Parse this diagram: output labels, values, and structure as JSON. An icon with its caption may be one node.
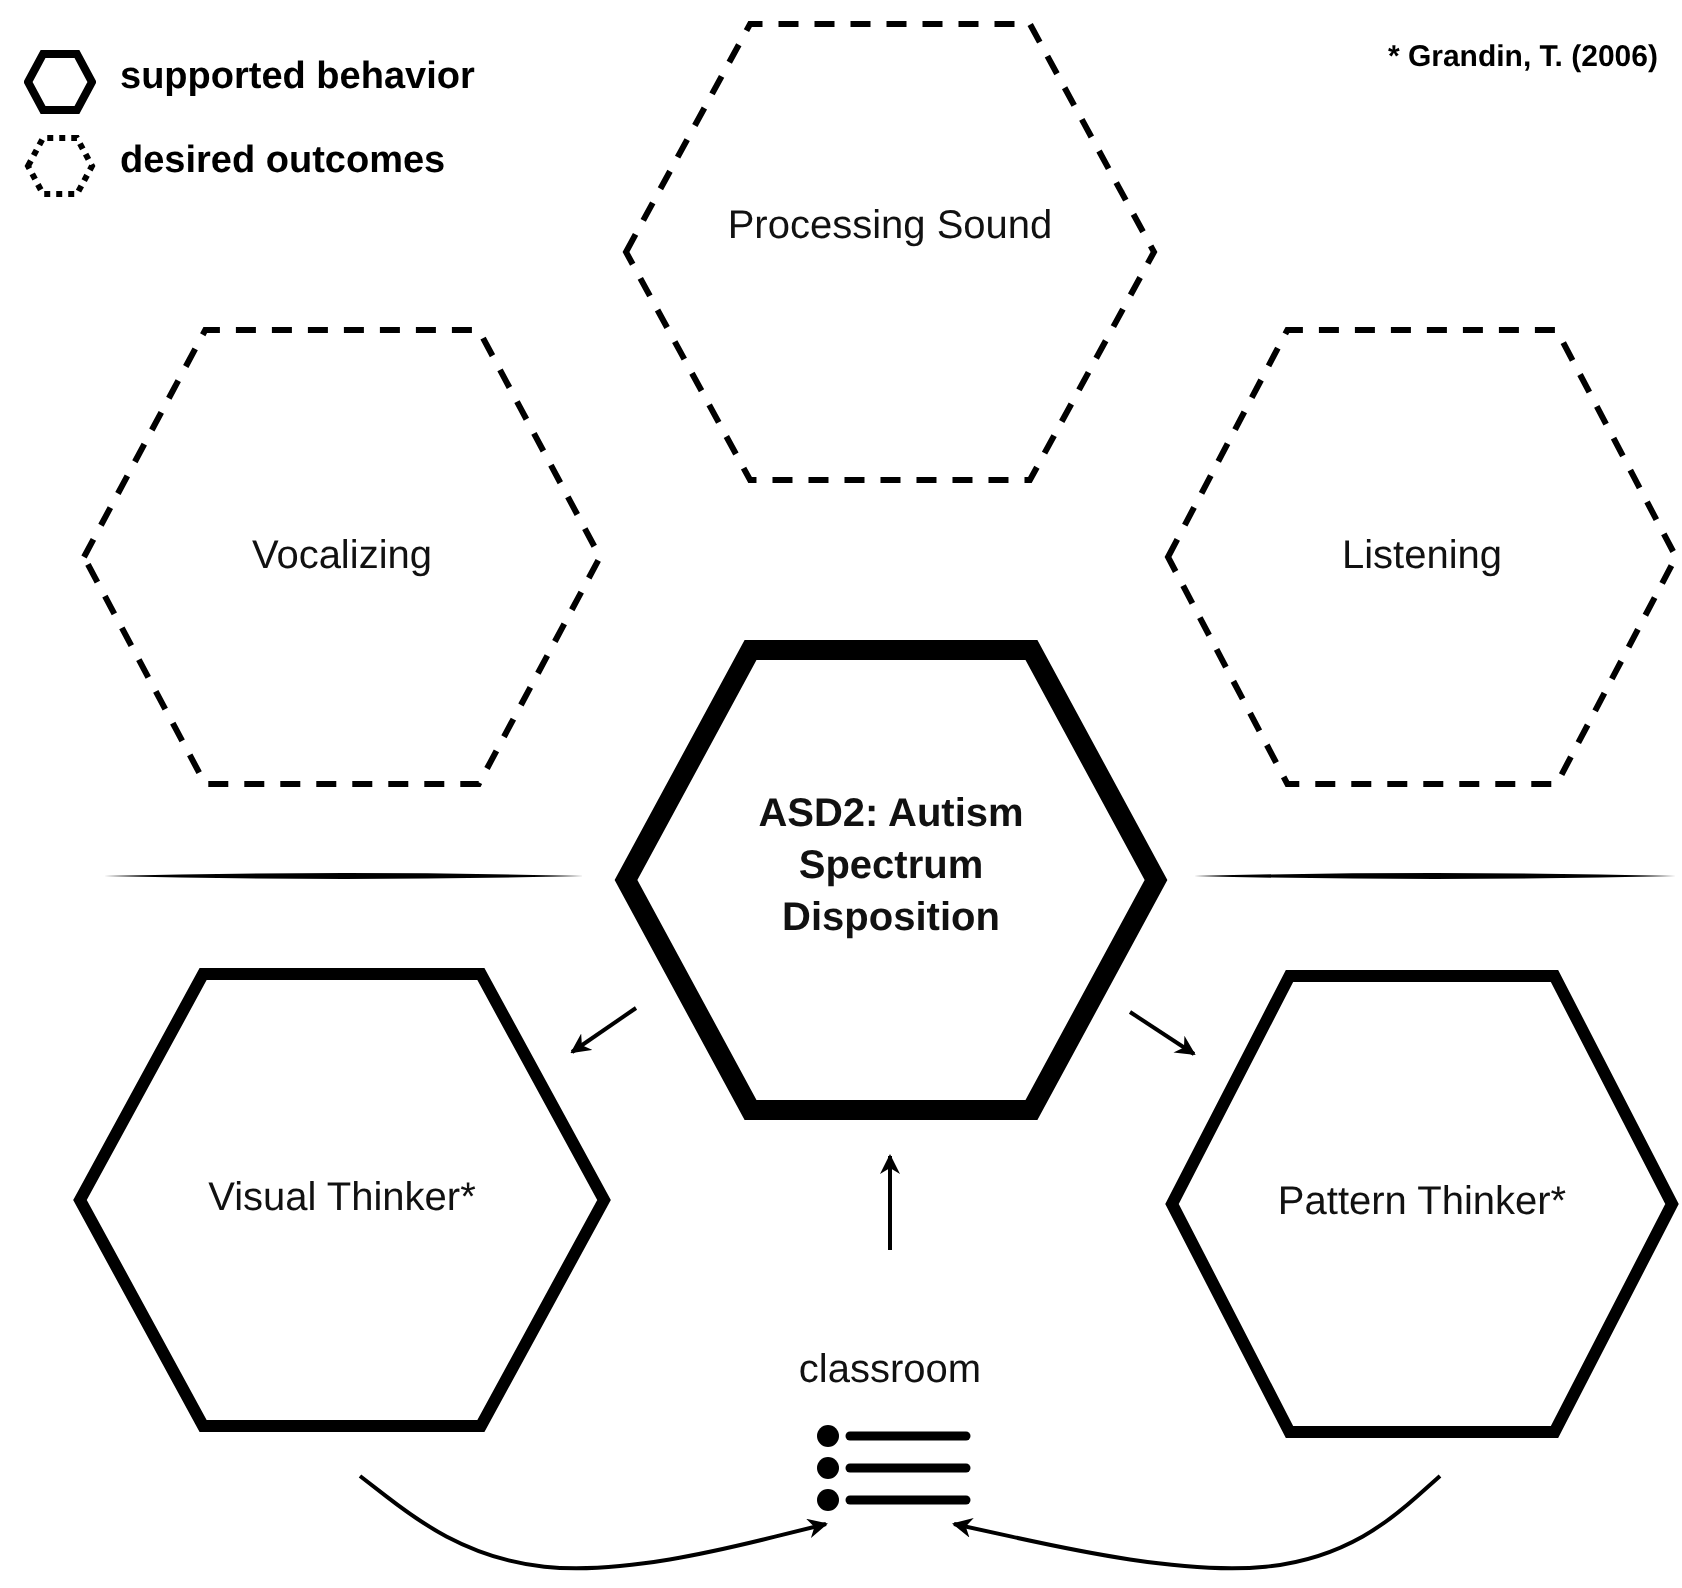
{
  "diagram": {
    "nodes": [
      {
        "text": [
          "Processing Sound"
        ]
      },
      {
        "text": [
          "Vocalizing"
        ]
      },
      {
        "text": [
          "Listening"
        ]
      },
      {
        "text": [
          "ASD2: Autism Spectrum Disposition"
        ]
      },
      {
        "text": [
          "Visual Thinker*"
        ]
      },
      {
        "text": [
          "Pattern Thinker*"
        ]
      },
      {
        "text": [
          "classroom"
        ]
      }
    ],
    "edges": [
      {
        "from": 3,
        "to": 4,
        "arrow": "to"
      },
      {
        "from": 3,
        "to": 5,
        "arrow": "to"
      },
      {
        "from": 6,
        "to": 3,
        "arrow": "to"
      },
      {
        "from": 4,
        "to": 6,
        "arrow": "to"
      },
      {
        "from": 5,
        "to": 6,
        "arrow": "to"
      }
    ],
    "labels": [
      "* Grandin, T. (2006)"
    ],
    "legend": [
      {
        "text": "supported behavior"
      },
      {
        "text": "desired outcomes"
      }
    ]
  }
}
